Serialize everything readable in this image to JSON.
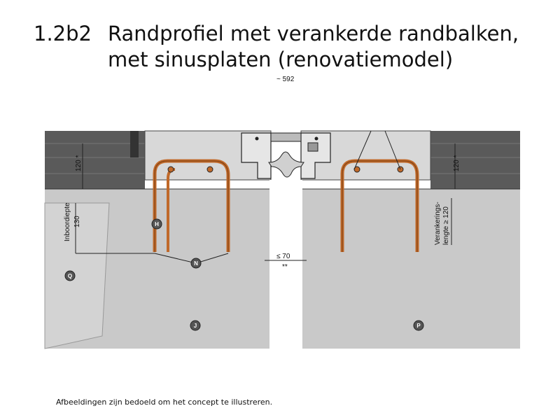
{
  "title": {
    "number": "1.2b2",
    "line1": "Randprofiel met verankerde randbalken,",
    "line2": "met sinusplaten (renovatiemodel)"
  },
  "dimensions": {
    "top_width": "~ 592",
    "height_left": "120 *",
    "height_right": "120 *",
    "embed_depth": "Inboordiepte",
    "embed_value": "130",
    "anchor_line1": "Veranker­ings-",
    "anchor_line2": "lengte ≥ 120",
    "gap_value": "≤ 70",
    "gap_note": "**"
  },
  "markers": {
    "h": "H",
    "n": "N",
    "q": "Q",
    "j": "J",
    "p": "P"
  },
  "colors": {
    "steel": "#c0692a",
    "concrete": "#c9c9c9",
    "asphalt": "#5a5a5a",
    "profile": "#d8d8d8"
  },
  "footer": "Afbeeldingen zijn bedoeld om het concept te illustreren."
}
